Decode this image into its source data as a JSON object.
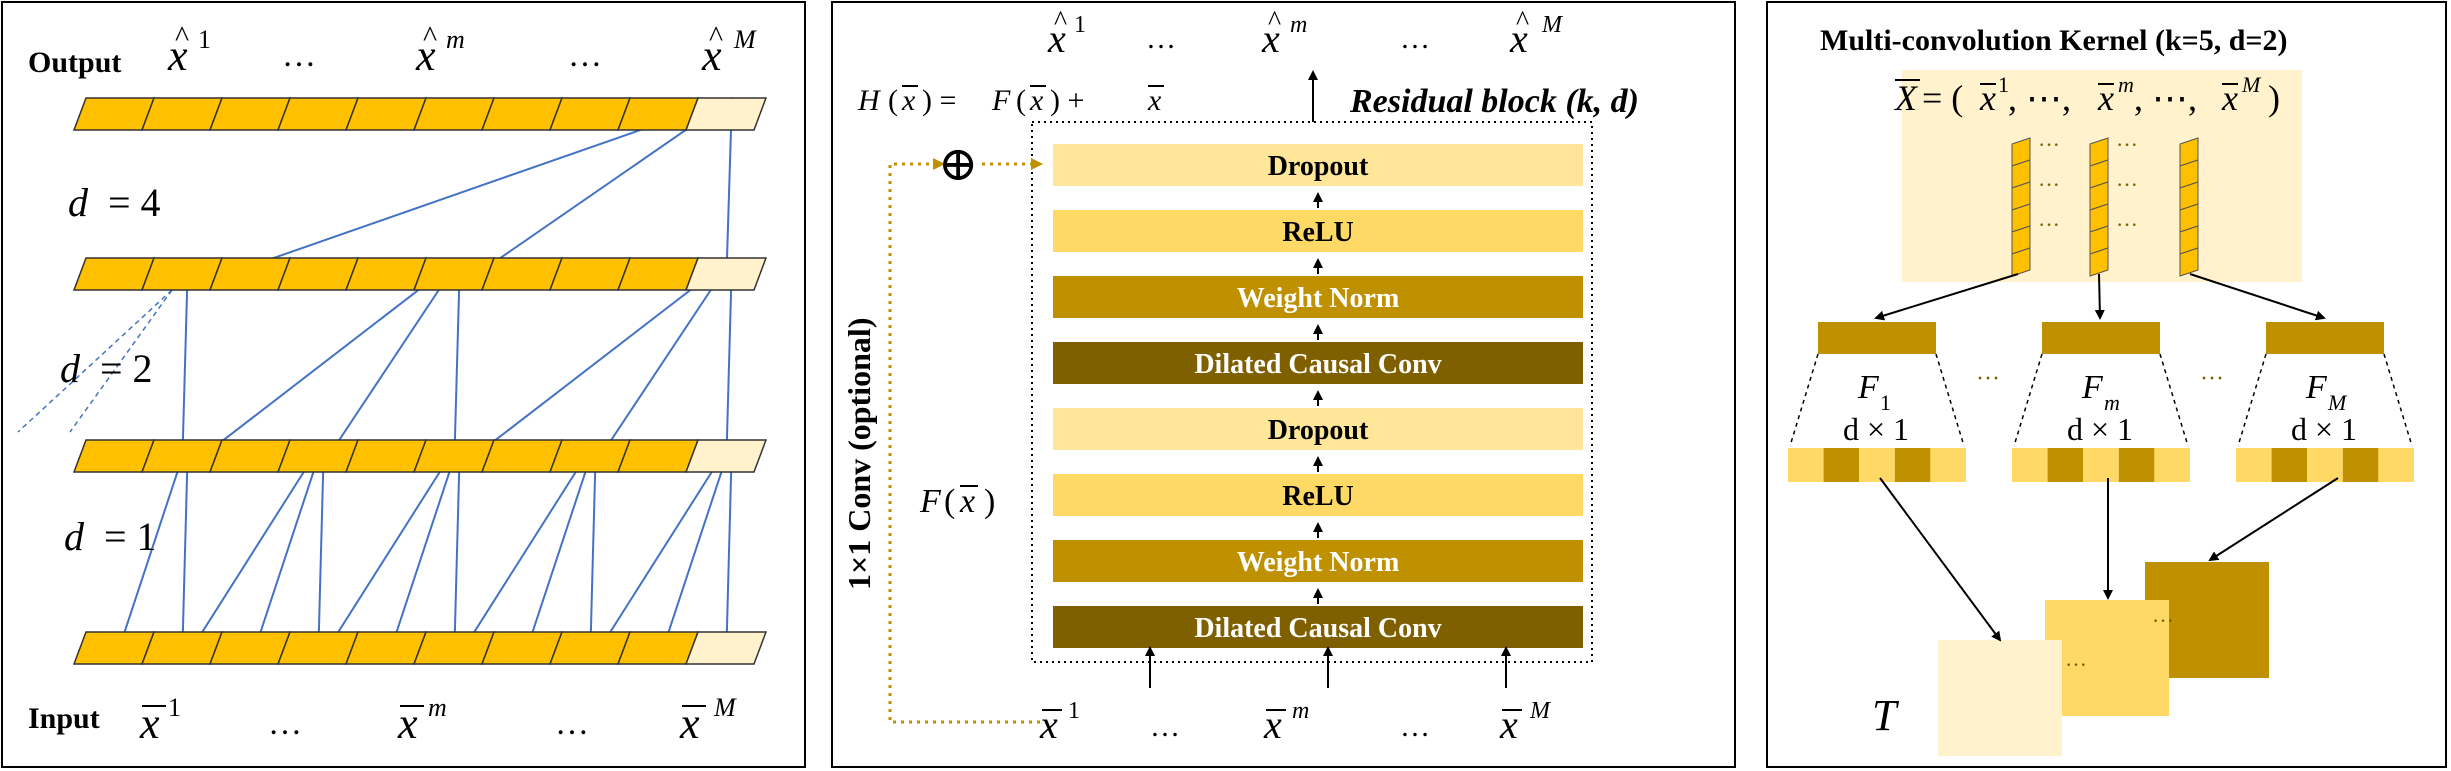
{
  "colors": {
    "orange": "#FFC000",
    "light_cream": "#FFF2CC",
    "light_yellow": "#FFE699",
    "mid_yellow": "#FFD966",
    "gold": "#BF9000",
    "dark_gold": "#7F6000",
    "line_blue": "#4472C4",
    "dotted_orange": "#C09000"
  },
  "panel1": {
    "output_label": "Output",
    "input_label": "Input",
    "ellipsis": "…",
    "dilations": [
      {
        "d": "d",
        "eq": "= 4"
      },
      {
        "d": "d",
        "eq": "= 2"
      },
      {
        "d": "d",
        "eq": "= 1"
      }
    ],
    "top_labels": {
      "x": "x",
      "sup_first": "1",
      "sup_mid": "m",
      "sup_last": "M"
    }
  },
  "panel2": {
    "h_eq_1": "H",
    "h_eq_2": "(",
    "h_eq_3": "x",
    "h_eq_4": ") = ",
    "h_eq_5": "F",
    "h_eq_6": "(",
    "h_eq_7": "x",
    "h_eq_8": ") + ",
    "h_eq_9": "x",
    "residual_label": "Residual block (k, d)",
    "side_label": "1×1 Conv (optional)",
    "f_label_1": "F",
    "f_label_2": "(",
    "f_label_3": "x",
    "f_label_4": ")",
    "oplus": "⊕",
    "layers": [
      "Dropout",
      "ReLU",
      "Weight Norm",
      "Dilated Causal Conv",
      "Dropout",
      "ReLU",
      "Weight Norm",
      "Dilated Causal Conv"
    ]
  },
  "panel3": {
    "title": "Multi-convolution Kernel (k=5, d=2)",
    "xbar_eq_1": "X",
    "xbar_eq_2": " = (",
    "xbar_eq_3": "x",
    "xbar_eq_4": ", ⋯, ",
    "xbar_eq_5": ", ⋯, ",
    "xbar_eq_6": ")",
    "filters": [
      {
        "name": "F",
        "sub": "1",
        "size": "d × 1"
      },
      {
        "name": "F",
        "sub": "m",
        "size": "d × 1"
      },
      {
        "name": "F",
        "sub": "M",
        "size": "d × 1"
      }
    ],
    "output_label": "T",
    "dots": "···"
  }
}
